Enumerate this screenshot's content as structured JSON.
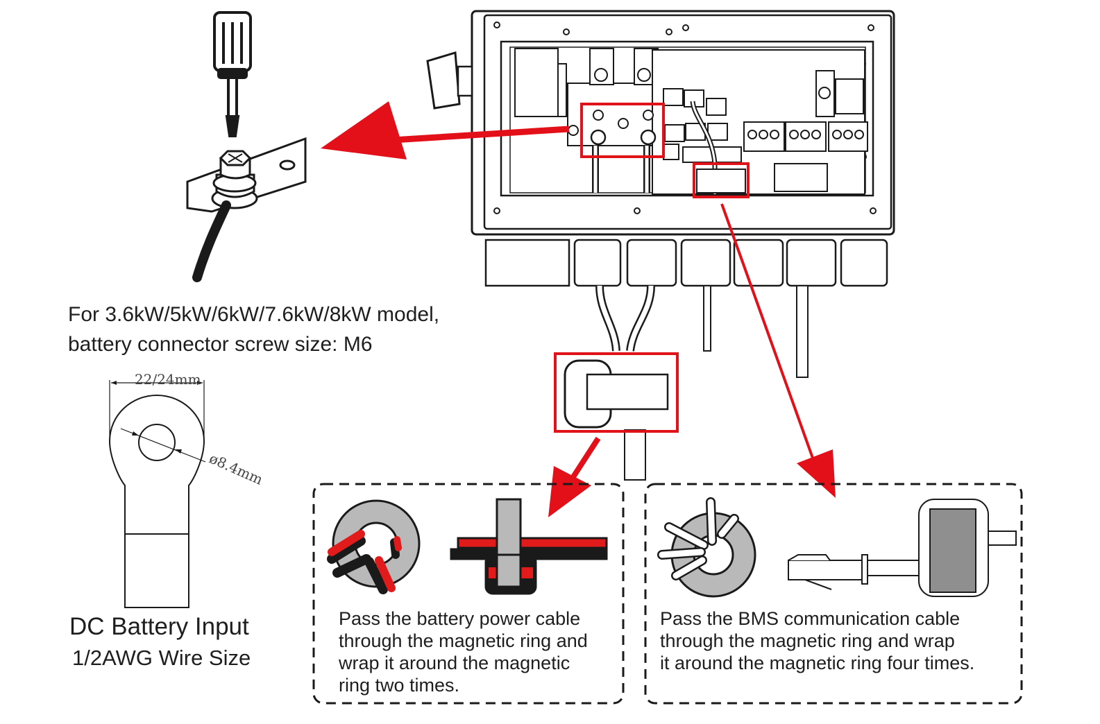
{
  "notes": {
    "model_line1": "For 3.6kW/5kW/6kW/7.6kW/8kW model,",
    "model_line2": "battery connector screw size: M6"
  },
  "lug": {
    "width_label": "22/24mm",
    "hole_label": "ø8.4mm",
    "title": "DC Battery Input",
    "subtitle": "1/2AWG Wire Size"
  },
  "captions": {
    "battery_ring": "Pass the battery power cable\nthrough the magnetic ring and\nwrap it around the magnetic\nring two times.",
    "bms_ring": "Pass the BMS communication cable\nthrough the magnetic ring and wrap\nit around the magnetic ring four times."
  },
  "colors": {
    "highlight": "#e0121a",
    "arrow": "#e3101a",
    "positive_cable": "#e11b1b",
    "negative_cable": "#1a1a1a",
    "ring_gray": "#b9b9b9",
    "outline": "#1a1a1a"
  },
  "icons": {
    "screwdriver": "screwdriver-icon",
    "bolt": "bolt-icon",
    "ring_lug": "ring-terminal-icon",
    "ferrite_ring": "ferrite-ring-icon",
    "rj45": "rj45-plug-icon"
  }
}
